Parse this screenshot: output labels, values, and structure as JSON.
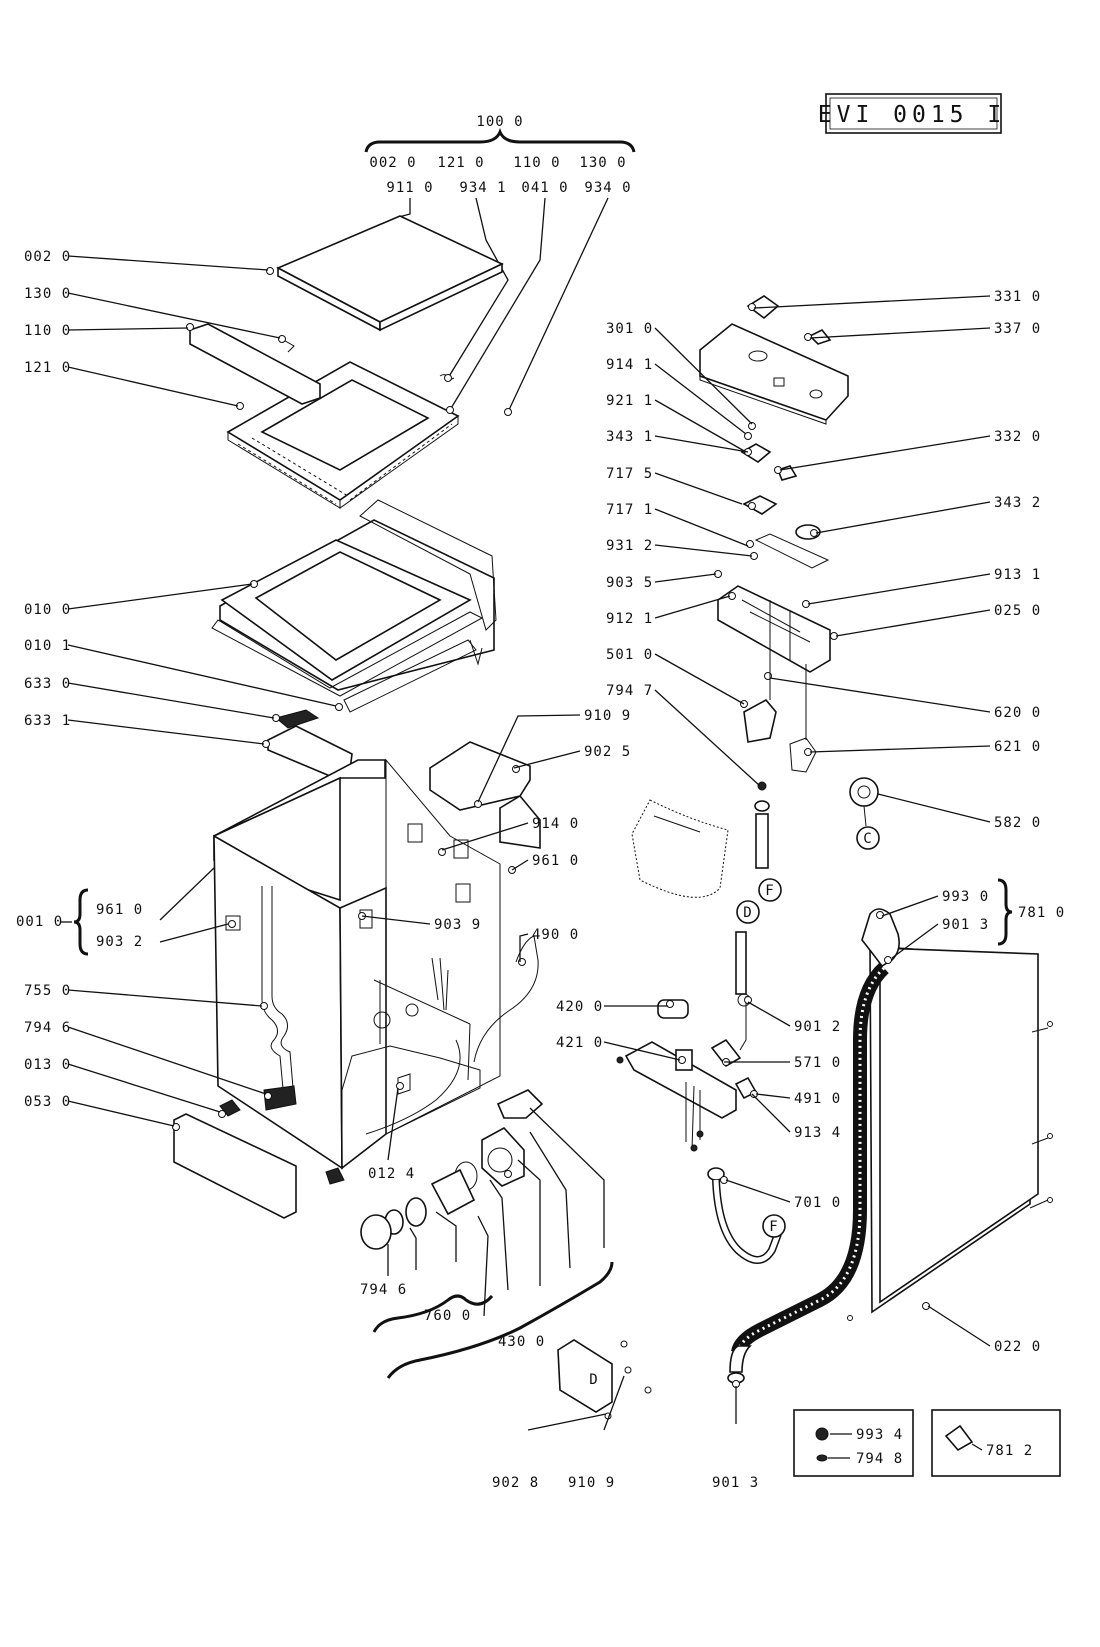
{
  "title": "EVI 0015 I",
  "group_100": {
    "head": "100 0",
    "row1": [
      "002 0",
      "121 0",
      "110 0",
      "130 0"
    ],
    "row2": [
      "911 0",
      "934 1",
      "041 0",
      "934 0"
    ]
  },
  "labels": {
    "l002_0": "002 0",
    "l130_0": "130 0",
    "l110_0": "110 0",
    "l121_0": "121 0",
    "l010_0": "010 0",
    "l010_1": "010 1",
    "l633_0": "633 0",
    "l633_1": "633 1",
    "l001_0": "001 0",
    "l961_0": "961 0",
    "l903_2": "903 2",
    "l755_0": "755 0",
    "l794_6": "794 6",
    "l013_0": "013 0",
    "l053_0": "053 0",
    "l910_9a": "910 9",
    "l902_5": "902 5",
    "l914_0": "914 0",
    "l961_0b": "961 0",
    "l903_9": "903 9",
    "l490_0": "490 0",
    "l012_4": "012 4",
    "l794_6b": "794 6",
    "l760_0": "760 0",
    "l430_0": "430 0",
    "l902_8": "902 8",
    "l910_9b": "910 9",
    "l301_0": "301 0",
    "l914_1": "914 1",
    "l921_1": "921 1",
    "l343_1": "343 1",
    "l717_5": "717 5",
    "l717_1": "717 1",
    "l931_2": "931 2",
    "l903_5": "903 5",
    "l912_1": "912 1",
    "l501_0": "501 0",
    "l794_7": "794 7",
    "l331_0": "331 0",
    "l337_0": "337 0",
    "l332_0": "332 0",
    "l343_2": "343 2",
    "l913_1": "913 1",
    "l025_0": "025 0",
    "l620_0": "620 0",
    "l621_0": "621 0",
    "l582_0": "582 0",
    "l993_0": "993 0",
    "l901_3a": "901 3",
    "l781_0": "781 0",
    "l420_0": "420 0",
    "l421_0": "421 0",
    "l901_2": "901 2",
    "l571_0": "571 0",
    "l491_0": "491 0",
    "l913_4": "913 4",
    "l701_0": "701 0",
    "l022_0": "022 0",
    "l901_3b": "901 3",
    "l993_4": "993 4",
    "l794_8": "794 8",
    "l781_2": "781 2"
  },
  "markers": {
    "C": "C",
    "F1": "F",
    "D": "D",
    "F2": "F",
    "Dplate": "D"
  }
}
